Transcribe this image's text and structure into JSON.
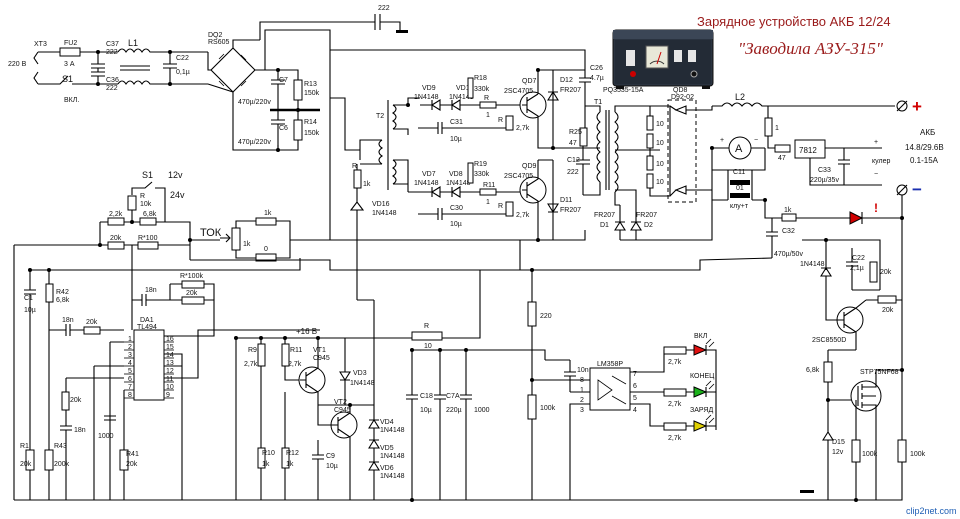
{
  "title": "Зарядное устройство АКБ 12/24",
  "subtitle": "\"Заводила АЗУ-315\"",
  "watermark": "clip2net.com",
  "colors": {
    "title": "#9a1a1a",
    "plus": "#d10000",
    "minus": "#1a2fb0",
    "led_red": "#e01010",
    "led_green": "#1bb21b",
    "led_yellow": "#e0d000",
    "indicator_red": "#d10000"
  },
  "polarity": {
    "plus": "+",
    "minus": "−"
  },
  "battery": {
    "label": "АКБ",
    "voltage": "14.8/29.6В",
    "current": "0.1-15А"
  },
  "ammeter": "A",
  "cooler": "кулер",
  "labels": {
    "xt3": "XT3",
    "mains": "220 В",
    "fu2": "FU2",
    "fu2_val": "3 А",
    "s1": "S1",
    "s1_on": "ВКЛ.",
    "c37": "C37",
    "c37v": "222",
    "c36": "C36",
    "c36v": "222",
    "l1": "L1",
    "c22": "C22",
    "c22v": "0,1µ",
    "dq2": "DQ2",
    "dq2v": "RS605",
    "c7": "C7",
    "c7v": "470µ/220v",
    "c6": "C6",
    "c6v": "470µ/220v",
    "r13": "R13",
    "r13v": "150k",
    "r14": "R14",
    "r14v": "150k",
    "c_top": "222",
    "vd9": "VD9",
    "vd9v": "1N4148",
    "vd10": "VD10",
    "vd10v": "1N4148",
    "r18": "R18",
    "r18v": "330k",
    "r_b1": "R",
    "r_b1v": "1",
    "c31": "C31",
    "c31v": "10µ",
    "qd7": "QD7",
    "qd7v": "2SC4705",
    "d12": "D12",
    "d12v": "FR207",
    "c26": "C26",
    "c26v": "4.7µ",
    "r_e1": "R",
    "r_e1v": "2,7k",
    "t2": "T2",
    "r_t2": "R",
    "r_t2v": "1k",
    "vd7": "VD7",
    "vd7v": "1N4148",
    "vd8": "VD8",
    "vd8v": "1N4148",
    "r19": "R19",
    "r19v": "330k",
    "r11": "R11",
    "r11v": "1",
    "c30": "C30",
    "c30v": "10µ",
    "qd9": "QD9",
    "qd9v": "2SC4705",
    "d11": "D11",
    "d11v": "FR207",
    "r_e2": "R",
    "r_e2v": "2,7k",
    "vd16": "VD16",
    "vd16v": "1N4148",
    "t1": "T1",
    "t1v": "PQ3535-15A",
    "r25": "R25",
    "r25v": "47",
    "c12": "C12",
    "c12v": "222",
    "d1": "D1",
    "d1v": "FR207",
    "d2": "D2",
    "d2v": "FR207",
    "qd8": "QD8",
    "qd8v": "D92-02",
    "l2": "L2",
    "r10a": "10",
    "r10b": "10",
    "r10c": "10",
    "r10d": "10",
    "c11": "C11",
    "c11v": "01",
    "c11n": "клу+т",
    "r_sh": "1",
    "r47": "47",
    "ic7812": "7812",
    "c33": "C33",
    "c33v": "220µ/35v",
    "r1k": "1k",
    "c32": "C32",
    "c32v": "470µ/50v",
    "s1b": "S1",
    "v12": "12v",
    "v24": "24v",
    "r10k": "R",
    "r10kv": "10k",
    "r2k2": "2,2k",
    "r6k8": "6,8k",
    "r20k_a": "20k",
    "r100": "R*100",
    "tok": "ТОК",
    "r1k_a": "1k",
    "r1k_pot": "1k",
    "r0": "0",
    "c1": "C1",
    "c1v": "10µ",
    "r42": "R42",
    "r42v": "6,8k",
    "c18n_a": "18n",
    "r20k_b": "20k",
    "c18n_b": "18n",
    "r100k": "R*100k",
    "r20k_c": "20k",
    "da1": "DA1",
    "da1v": "TL494",
    "r20k_d": "20k",
    "c18n_c": "18n",
    "c1000_a": "1000",
    "r1": "R1",
    "r1v": "20k",
    "r43": "R43",
    "r43v": "200k",
    "r41": "R41",
    "r41v": "20k",
    "plus16": "+16 В",
    "vt1": "VT1",
    "vt1v": "C945",
    "r9": "R9",
    "r9v": "2,7k",
    "r11b": "R11",
    "r11bv": "2,7k",
    "vd3": "VD3",
    "vd3v": "1N4148",
    "vt2": "VT2",
    "vt2v": "C945",
    "vd4": "VD4",
    "vd4v": "1N4148",
    "vd5": "VD5",
    "vd5v": "1N4148",
    "vd6": "VD6",
    "vd6v": "1N4148",
    "r10b2": "R10",
    "r10b2v": "1k",
    "r12": "R12",
    "r12v": "1k",
    "c9": "C9",
    "c9v": "10µ",
    "r_16": "R",
    "r_16v": "10",
    "c18": "C18",
    "c18v": "10µ",
    "c7a": "C7A",
    "c7av": "220µ",
    "c1000_b": "1000",
    "r220": "220",
    "r100k_b": "100k",
    "c10n": "10n",
    "lm358": "LM358P",
    "r2k7_a": "2,7k",
    "r2k7_b": "2,7k",
    "r2k7_c": "2,7k",
    "led_on": "ВКЛ",
    "led_end": "КОНЕЦ",
    "led_charge": "ЗАРЯД",
    "d1n4148": "1N4148",
    "c22b": "C22",
    "c22bv": "2,1µ",
    "r20k_e": "20k",
    "r20k_f": "20k",
    "q2sc8550": "2SC8550D",
    "r6k8_b": "6,8k",
    "stp": "STP75NF68",
    "d15": "D15",
    "d15v": "12v",
    "r100k_c": "100k",
    "r100k_d": "100k"
  },
  "pins": {
    "left": [
      "1",
      "2",
      "3",
      "4",
      "5",
      "6",
      "7",
      "8"
    ],
    "right": [
      "16",
      "15",
      "14",
      "13",
      "12",
      "11",
      "10",
      "9"
    ]
  }
}
